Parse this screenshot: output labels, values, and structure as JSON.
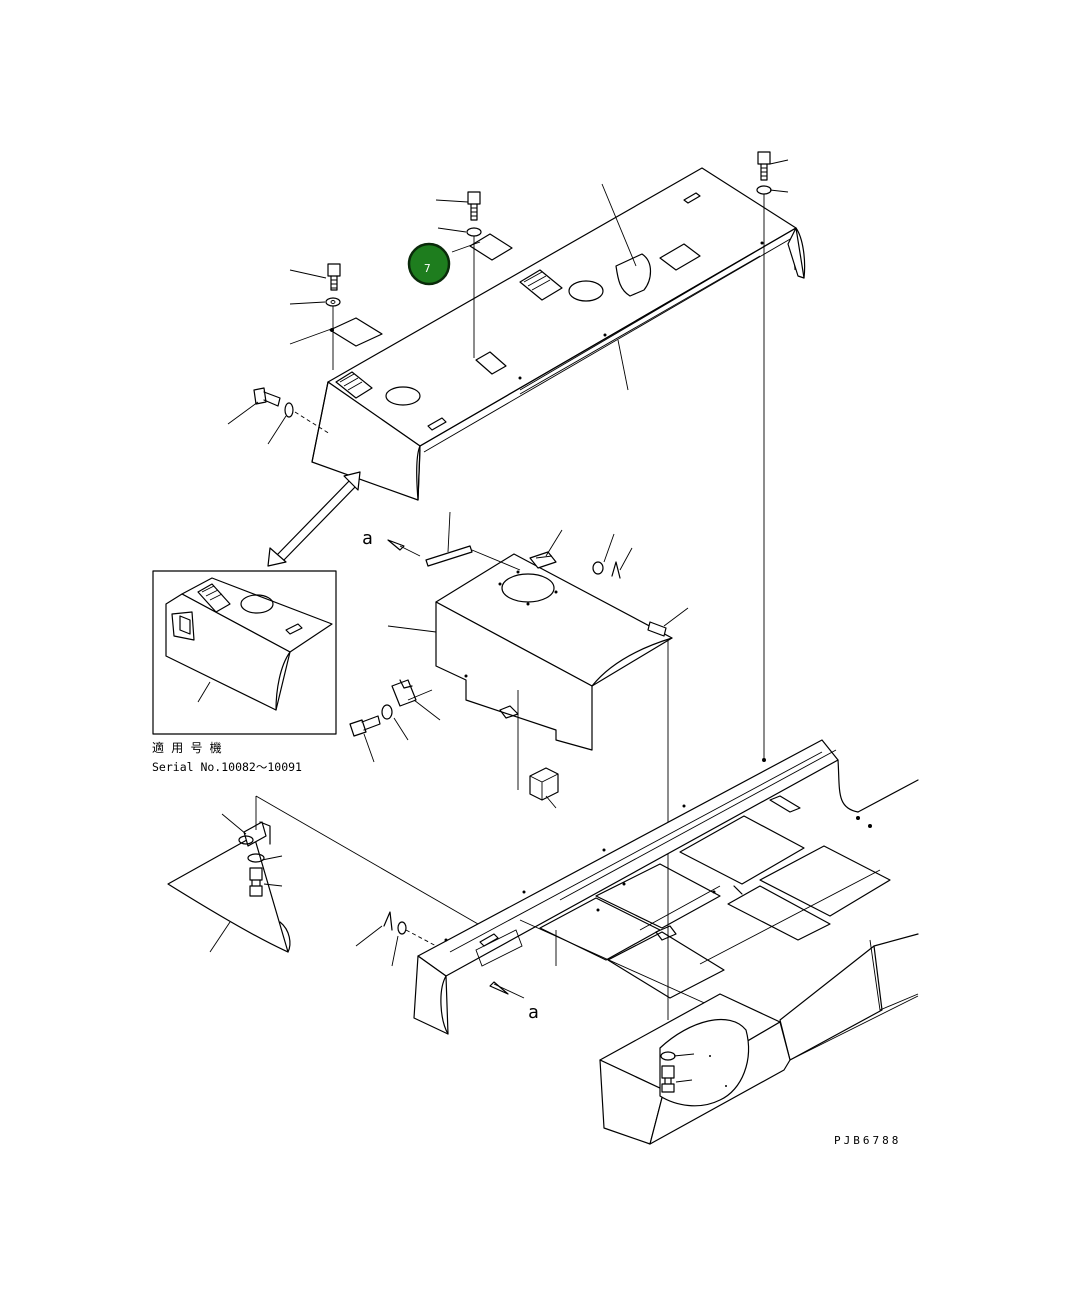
{
  "diagram": {
    "drawing_code": "PJB6788",
    "callouts": [
      {
        "label": "a"
      },
      {
        "label": "a"
      }
    ],
    "inset": {
      "caption_jp": "適 用 号 機",
      "caption_serial": "Serial  No.10082～10091"
    },
    "badge": {
      "label": "7",
      "color": "#1e7d1e"
    },
    "colors": {
      "line": "#000000",
      "background": "#ffffff",
      "badge_fill": "#1e7d1e",
      "badge_ring": "#0a2a0a"
    }
  }
}
